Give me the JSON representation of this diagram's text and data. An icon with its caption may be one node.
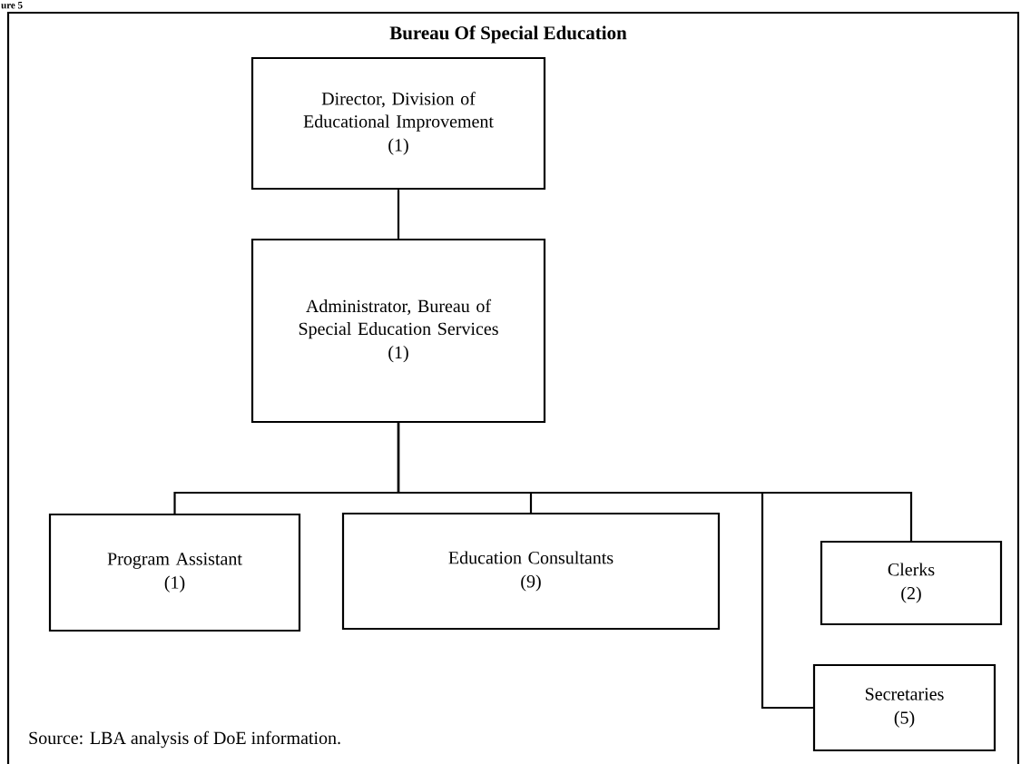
{
  "diagram": {
    "title": "Bureau Of Special Education",
    "nodes": [
      {
        "text": [
          "Director, Division of Educational Improvement",
          "(1)"
        ]
      },
      {
        "text": [
          "Administrator, Bureau of Special Education Services",
          "(1)"
        ]
      },
      {
        "text": [
          "Program Assistant",
          "(1)"
        ]
      },
      {
        "text": [
          "Education Consultants",
          "(9)"
        ]
      },
      {
        "text": [
          "Clerks",
          "(2)"
        ]
      },
      {
        "text": [
          "Secretaries",
          "(5)"
        ]
      }
    ],
    "edges": [
      {
        "from": 0,
        "to": 1,
        "arrow": "none"
      },
      {
        "from": 1,
        "to": 2,
        "arrow": "none"
      },
      {
        "from": 1,
        "to": 3,
        "arrow": "none"
      },
      {
        "from": 1,
        "to": 4,
        "arrow": "none"
      },
      {
        "from": 1,
        "to": 5,
        "arrow": "none"
      }
    ],
    "labels": [
      "ure 5",
      "Source: LBA analysis of DoE information."
    ]
  }
}
